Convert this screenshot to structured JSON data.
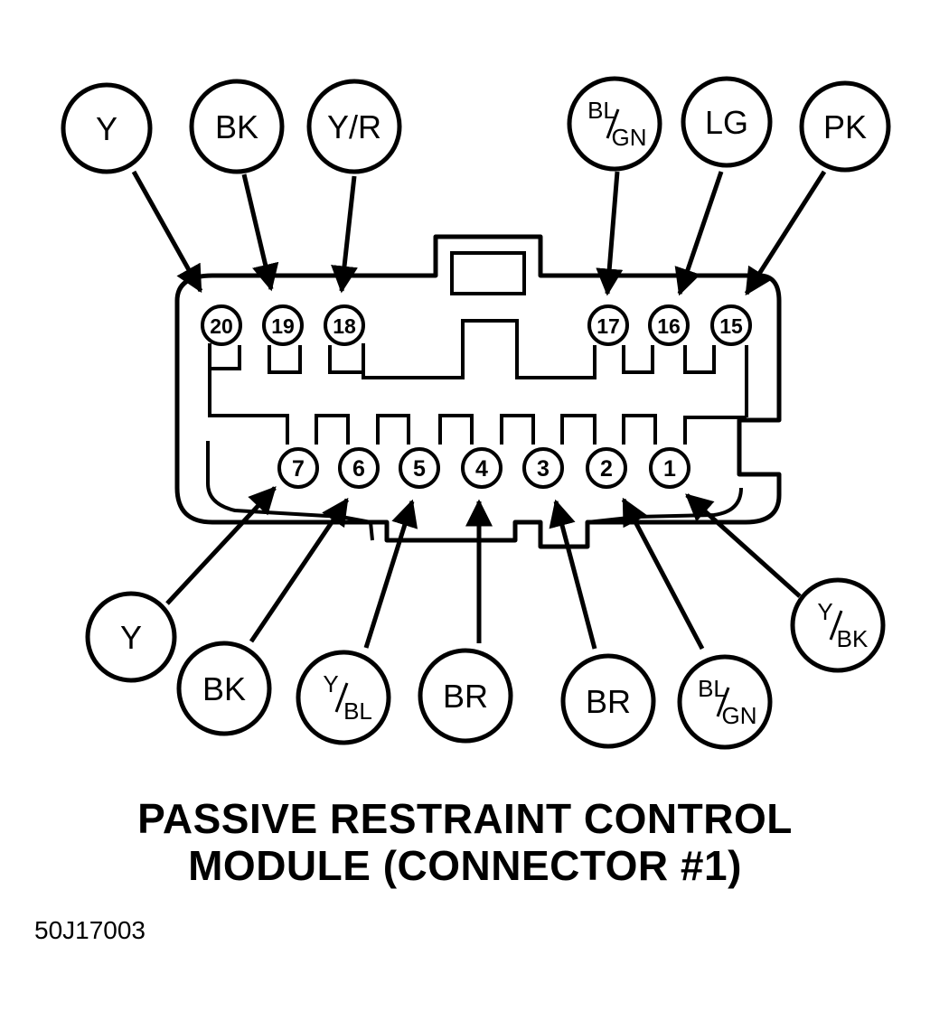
{
  "caption": {
    "line1": "PASSIVE RESTRAINT CONTROL",
    "line2": "MODULE (CONNECTOR #1)"
  },
  "reference": "50J17003",
  "pins": [
    {
      "pin": "20",
      "wire": "Y"
    },
    {
      "pin": "19",
      "wire": "BK"
    },
    {
      "pin": "18",
      "wire": "Y/R"
    },
    {
      "pin": "17",
      "wire": "BL/GN"
    },
    {
      "pin": "16",
      "wire": "LG"
    },
    {
      "pin": "15",
      "wire": "PK"
    },
    {
      "pin": "7",
      "wire": "Y"
    },
    {
      "pin": "6",
      "wire": "BK"
    },
    {
      "pin": "5",
      "wire": "Y/BL"
    },
    {
      "pin": "4",
      "wire": "BR"
    },
    {
      "pin": "3",
      "wire": "BR"
    },
    {
      "pin": "2",
      "wire": "BL/GN"
    },
    {
      "pin": "1",
      "wire": "Y/BK"
    }
  ]
}
